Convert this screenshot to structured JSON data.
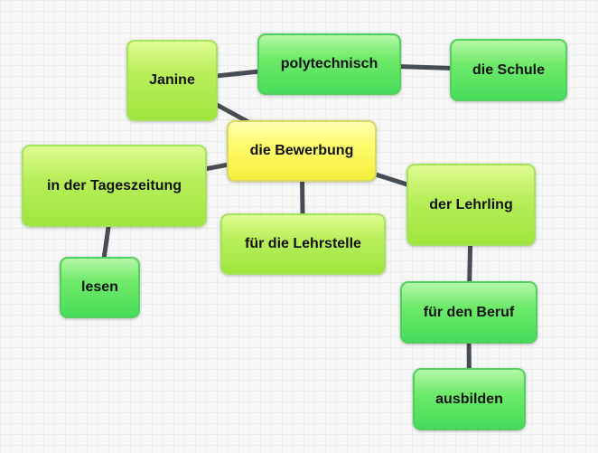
{
  "diagram": {
    "nodes": {
      "janine": "Janine",
      "polytechnisch": "polytechnisch",
      "die_schule": "die Schule",
      "die_bewerbung": "die Bewerbung",
      "in_der_tageszeitung": "in der Tageszeitung",
      "fuer_die_lehrstelle": "für die Lehrstelle",
      "der_lehrling": "der Lehrling",
      "lesen": "lesen",
      "fuer_den_beruf": "für den Beruf",
      "ausbilden": "ausbilden"
    },
    "edges": [
      [
        "janine",
        "polytechnisch"
      ],
      [
        "polytechnisch",
        "die_schule"
      ],
      [
        "janine",
        "die_bewerbung"
      ],
      [
        "die_bewerbung",
        "in_der_tageszeitung"
      ],
      [
        "die_bewerbung",
        "fuer_die_lehrstelle"
      ],
      [
        "die_bewerbung",
        "der_lehrling"
      ],
      [
        "in_der_tageszeitung",
        "lesen"
      ],
      [
        "der_lehrling",
        "fuer_den_beruf"
      ],
      [
        "fuer_den_beruf",
        "ausbilden"
      ]
    ],
    "colors": {
      "central_node": "#fffb6c",
      "lime_node": "#b9ef5c",
      "green_node": "#6fea69",
      "connector": "#474d54"
    }
  }
}
